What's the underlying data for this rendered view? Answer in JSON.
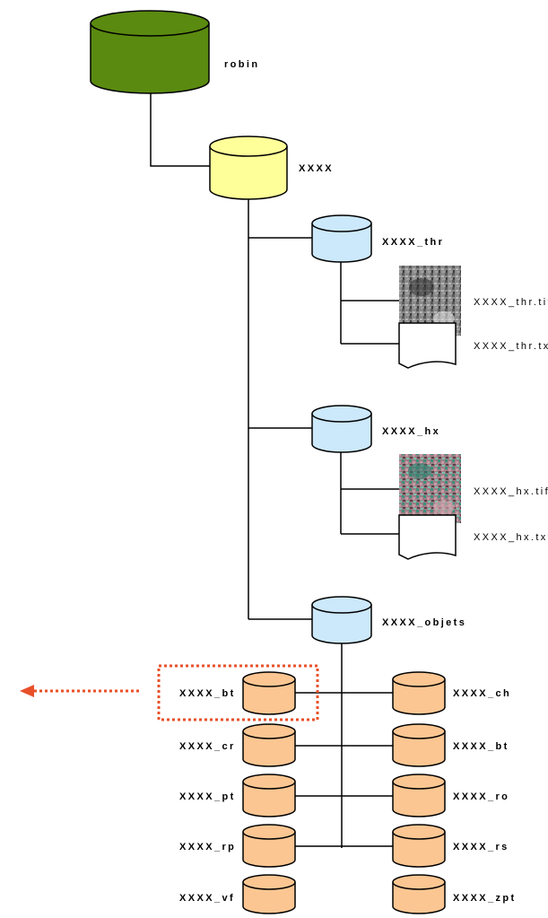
{
  "nodes": {
    "root": "robin",
    "project": "XXXX",
    "thr": "XXXX_thr",
    "thr_tif": "XXXX_thr.tif",
    "thr_txt": "XXXX_thr.txt",
    "hx": "XXXX_hx",
    "hx_tif": "XXXX_hx.tif",
    "hx_txt": "XXXX_hx.txt",
    "objets": "XXXX_objets",
    "left_layers": [
      "XXXX_bt",
      "XXXX_cr",
      "XXXX_pt",
      "XXXX_rp",
      "XXXX_vf"
    ],
    "right_layers": [
      "XXXX_ch",
      "XXXX_bt",
      "XXXX_ro",
      "XXXX_rs",
      "XXXX_zpt"
    ]
  },
  "colors": {
    "root_fill": "#5a8a10",
    "project_fill": "#ffff99",
    "folder_fill": "#cce8fb",
    "layer_fill": "#fbc692",
    "highlight": "#e8502a"
  }
}
